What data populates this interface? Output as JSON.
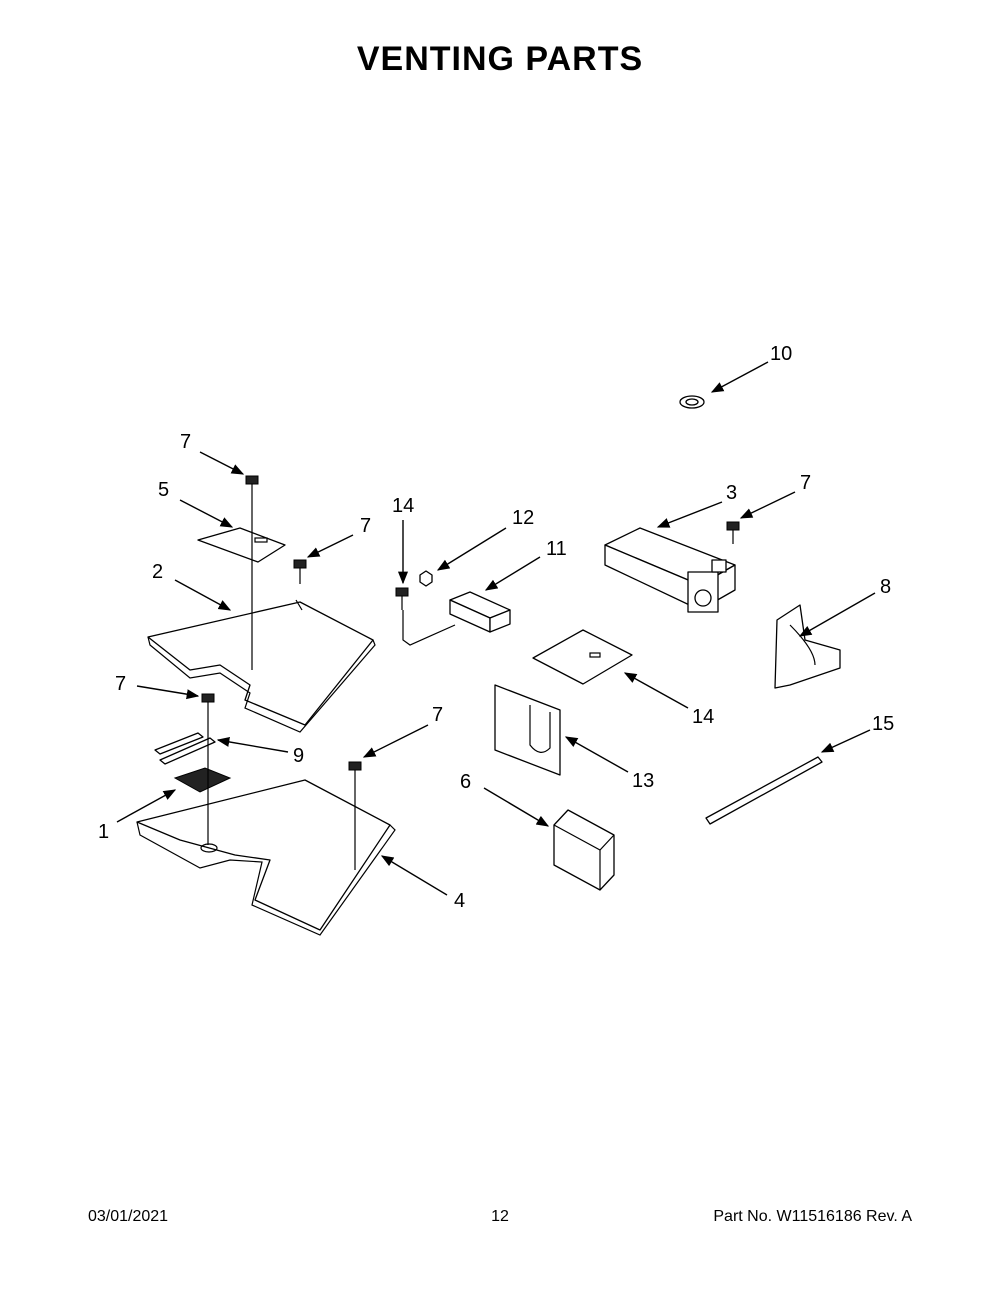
{
  "title": "VENTING PARTS",
  "footer": {
    "date": "03/01/2021",
    "page": "12",
    "part_number": "Part No.  W11516186  Rev.  A"
  },
  "callouts": {
    "c1": "1",
    "c2": "2",
    "c3": "3",
    "c4": "4",
    "c5": "5",
    "c6": "6",
    "c7a": "7",
    "c7b": "7",
    "c7c": "7",
    "c7d": "7",
    "c7e": "7",
    "c8": "8",
    "c9": "9",
    "c10": "10",
    "c11": "11",
    "c12": "12",
    "c13": "13",
    "c14a": "14",
    "c14b": "14",
    "c15": "15"
  }
}
